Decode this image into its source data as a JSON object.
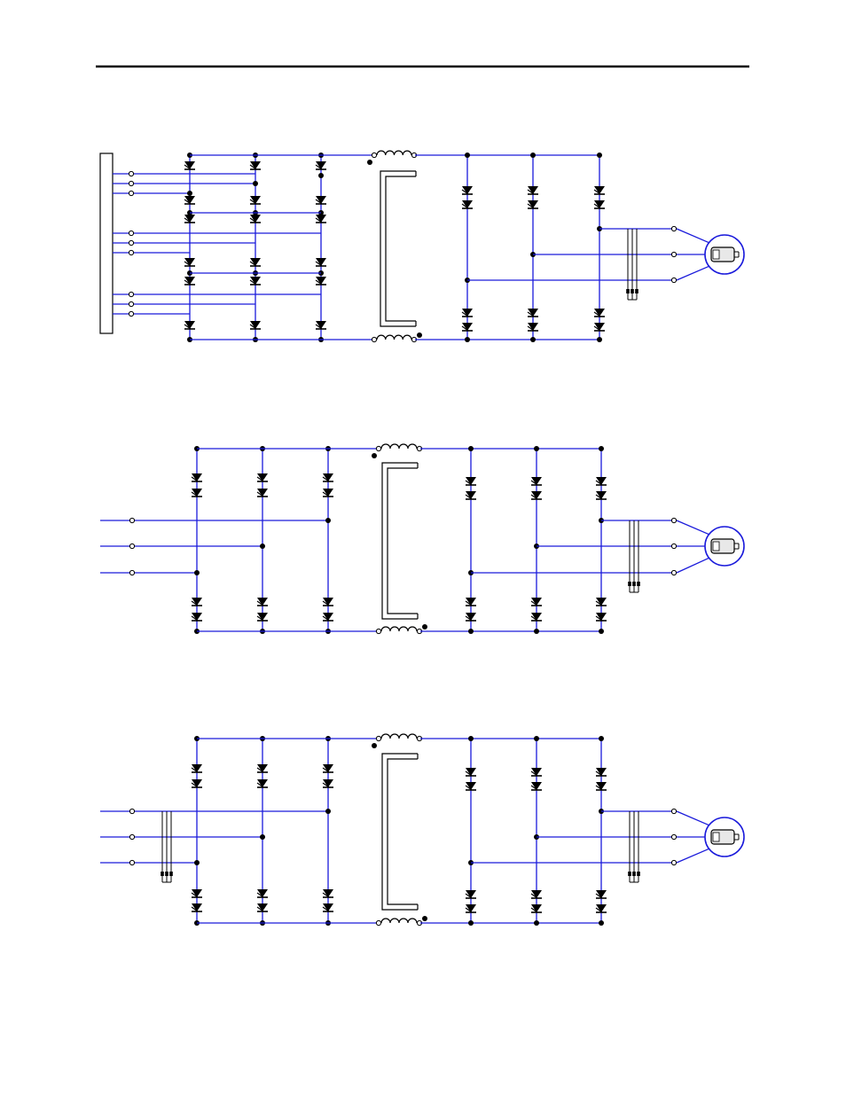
{
  "colors": {
    "wire": "#1a1adb",
    "ink": "#000000",
    "paper": "#ffffff",
    "motor_fill": "#e8e8e8"
  },
  "icons": {
    "thyristor": "thyristor-icon",
    "dc_link_inductor": "inductor-icon",
    "motor": "motor-icon",
    "current_sensor": "current-sensor-icon",
    "input_transformer": "input-transformer-icon"
  },
  "diagrams": [
    {
      "id": "circuit-1",
      "input": "multi-pulse-transformer",
      "input_sensor": false
    },
    {
      "id": "circuit-2",
      "input": "three-phase-line",
      "input_sensor": false
    },
    {
      "id": "circuit-3",
      "input": "three-phase-line",
      "input_sensor": true
    }
  ]
}
